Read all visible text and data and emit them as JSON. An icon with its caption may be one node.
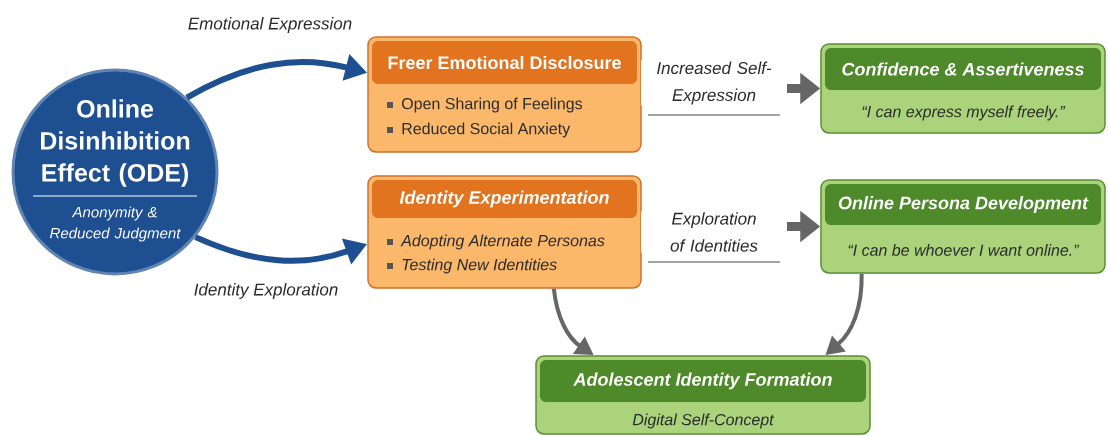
{
  "diagram": {
    "nodes": [
      {
        "text": [
          "Online Disinhibition Effect (ODE)",
          "Anonymity & Reduced Judgment"
        ]
      },
      {
        "text": [
          "Freer Emotional Disclosure",
          "Open Sharing of Feelings",
          "Reduced Social Anxiety"
        ]
      },
      {
        "text": [
          "Identity Experimentation",
          "Adopting Alternate Personas",
          "Testing New Identities"
        ]
      },
      {
        "text": [
          "Confidence & Assertiveness",
          "“I can express myself freely.”"
        ]
      },
      {
        "text": [
          "Online Persona Development",
          "“I can be whoever I want online.”"
        ]
      },
      {
        "text": [
          "Adolescent Identity Formation",
          "Digital Self-Concept"
        ]
      }
    ],
    "edges": [
      {
        "from": 0,
        "to": 1,
        "arrow": "to",
        "label": "Emotional Expression",
        "color": "#1d4f91"
      },
      {
        "from": 0,
        "to": 2,
        "arrow": "to",
        "label": "Identity Exploration",
        "color": "#1d4f91"
      },
      {
        "from": 1,
        "to": 3,
        "arrow": "to",
        "label": "Increased Self-Expression"
      },
      {
        "from": 2,
        "to": 4,
        "arrow": "to",
        "label": "Exploration of Identities"
      },
      {
        "from": 2,
        "to": 5,
        "arrow": "to"
      },
      {
        "from": 4,
        "to": 5,
        "arrow": "to"
      }
    ]
  }
}
